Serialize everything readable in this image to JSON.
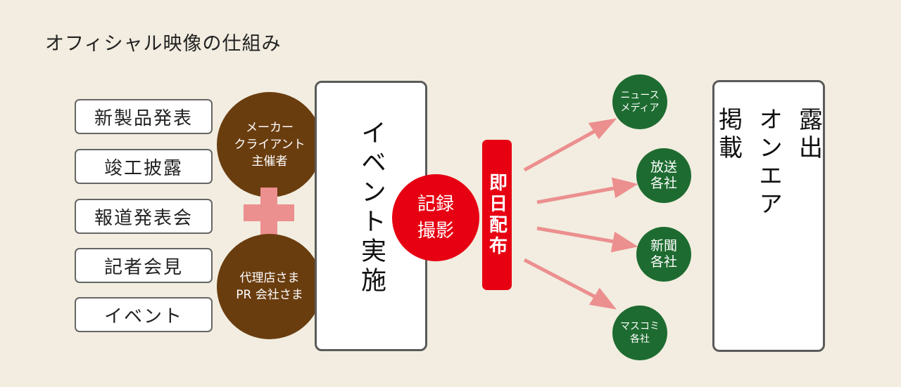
{
  "title": "オフィシャル映像の仕組み",
  "events": [
    "新製品発表",
    "竣工披露",
    "報道発表会",
    "記者会見",
    "イベント"
  ],
  "organizers": {
    "maker": [
      "メーカー",
      "クライアント",
      "主催者"
    ],
    "agency": [
      "代理店さま",
      "PR 会社さま"
    ]
  },
  "event_box": "イベント実施",
  "record": [
    "記録",
    "撮影"
  ],
  "distribution": "即日配布",
  "media": [
    [
      "ニュース",
      "メディア"
    ],
    [
      "放送",
      "各社"
    ],
    [
      "新聞",
      "各社"
    ],
    [
      "マスコミ",
      "各社"
    ]
  ],
  "onair": [
    "露出",
    "オンエア",
    "掲載"
  ],
  "colors": {
    "background": "#f2ede0",
    "brown": "#6a3d0f",
    "red": "#e60012",
    "green": "#1d6b30",
    "pink": "#ec8f8f"
  }
}
